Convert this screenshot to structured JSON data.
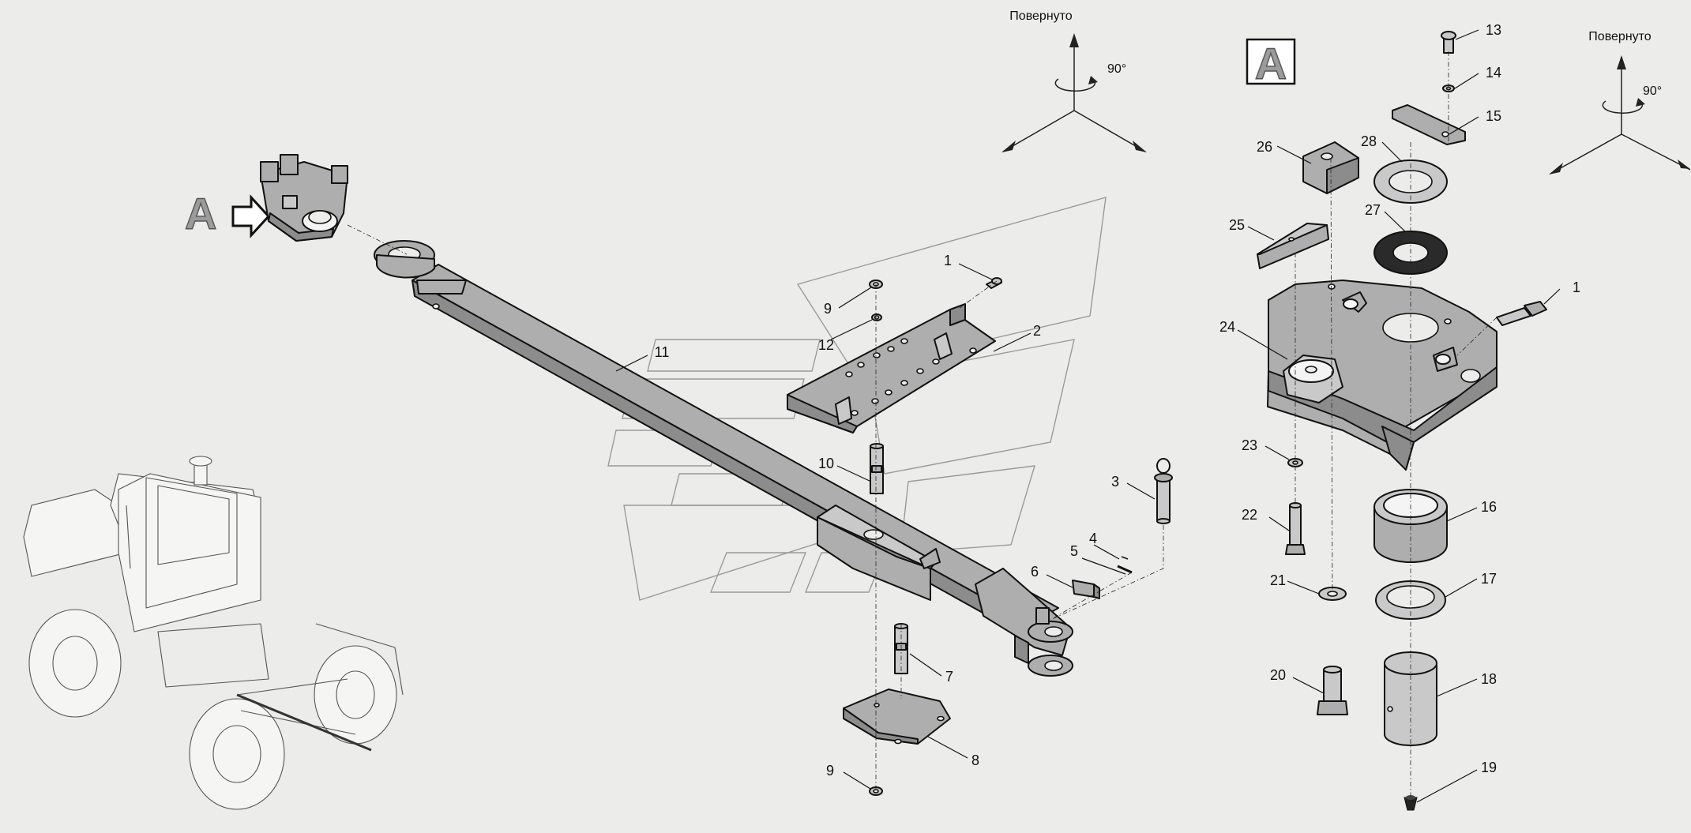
{
  "labels": {
    "view_marker": "A",
    "frame_marker": "A",
    "rotated_left": "Повернуто",
    "rotated_right": "Повернуто",
    "angle_left": "90°",
    "angle_right": "90°"
  },
  "callouts": [
    {
      "id": "c1a",
      "text": "1"
    },
    {
      "id": "c2",
      "text": "2"
    },
    {
      "id": "c3",
      "text": "3"
    },
    {
      "id": "c4",
      "text": "4"
    },
    {
      "id": "c5",
      "text": "5"
    },
    {
      "id": "c6",
      "text": "6"
    },
    {
      "id": "c7",
      "text": "7"
    },
    {
      "id": "c8",
      "text": "8"
    },
    {
      "id": "c9a",
      "text": "9"
    },
    {
      "id": "c9b",
      "text": "9"
    },
    {
      "id": "c10",
      "text": "10"
    },
    {
      "id": "c11",
      "text": "11"
    },
    {
      "id": "c12",
      "text": "12"
    },
    {
      "id": "c13",
      "text": "13"
    },
    {
      "id": "c14",
      "text": "14"
    },
    {
      "id": "c15",
      "text": "15"
    },
    {
      "id": "c1b",
      "text": "1"
    },
    {
      "id": "c16",
      "text": "16"
    },
    {
      "id": "c17",
      "text": "17"
    },
    {
      "id": "c18",
      "text": "18"
    },
    {
      "id": "c19",
      "text": "19"
    },
    {
      "id": "c20",
      "text": "20"
    },
    {
      "id": "c21",
      "text": "21"
    },
    {
      "id": "c22",
      "text": "22"
    },
    {
      "id": "c23",
      "text": "23"
    },
    {
      "id": "c24",
      "text": "24"
    },
    {
      "id": "c25",
      "text": "25"
    },
    {
      "id": "c26",
      "text": "26"
    },
    {
      "id": "c27",
      "text": "27"
    },
    {
      "id": "c28",
      "text": "28"
    }
  ]
}
